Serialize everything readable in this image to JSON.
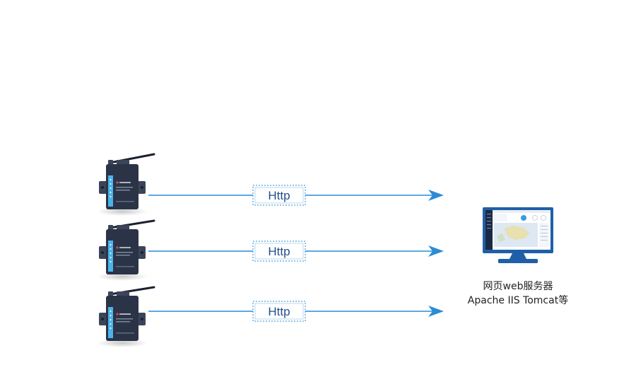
{
  "connections": [
    {
      "label": "Http"
    },
    {
      "label": "Http"
    },
    {
      "label": "Http"
    }
  ],
  "server": {
    "title": "网页web服务器",
    "subtitle": "Apache IIS Tomcat等"
  },
  "icons": {
    "device": "serial-server-device-icon",
    "antenna": "antenna-icon",
    "arrow": "arrowhead-icon",
    "server": "monitor-icon"
  },
  "colors": {
    "arrow": "#2a8bd6",
    "label_text": "#1f4e8c",
    "device_body": "#2b3447",
    "device_led": "#4cb3ea",
    "monitor_bezel": "#1f5fa8",
    "caption_text": "#222222"
  }
}
